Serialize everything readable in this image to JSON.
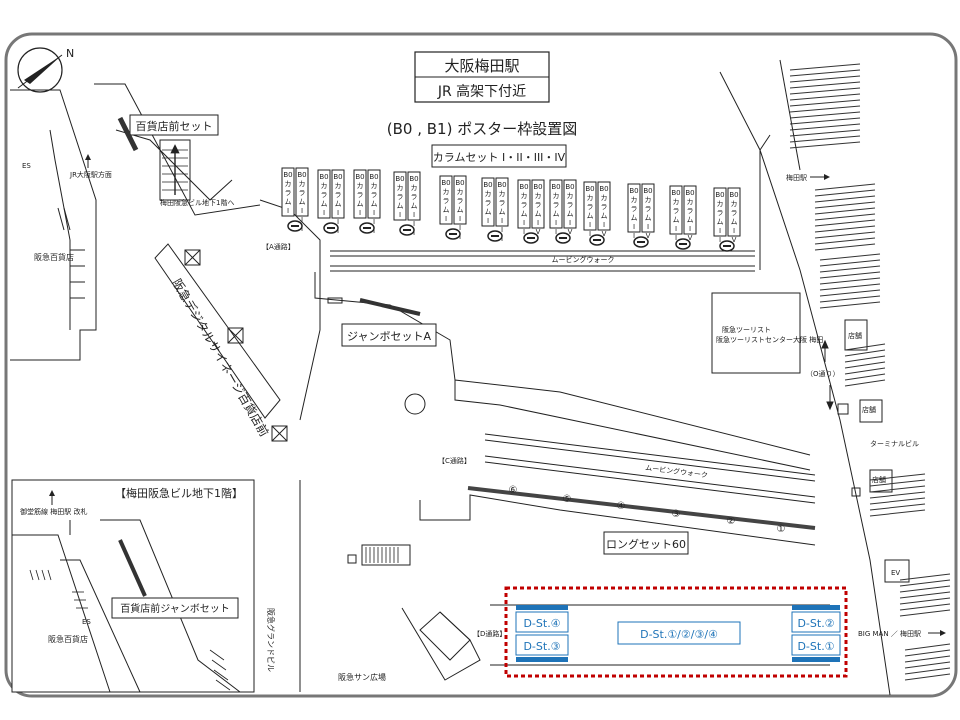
{
  "title": {
    "line1": "大阪梅田駅",
    "line2": "JR 高架下付近",
    "subtitle": "(B0 , B1) ポスター枠設置図"
  },
  "compass": {
    "north": "N"
  },
  "sets": {
    "hyakkaten_mae": "百貨店前セット",
    "column": "カラムセット I・II・III・IV",
    "jumbo_a": "ジャンボセットA",
    "long60": "ロングセット60",
    "hyakkaten_jumbo": "百貨店前ジャンボセット",
    "digital": "阪急デジタルサイネージ百貨店前"
  },
  "columns": [
    {
      "size": "B0",
      "name": "カラムI"
    },
    {
      "size": "B0",
      "name": "カラムIII"
    },
    {
      "size": "B0",
      "name": "カラムI"
    },
    {
      "size": "B0",
      "name": "カラムIII"
    },
    {
      "size": "B0",
      "name": "カラムI"
    },
    {
      "size": "B0",
      "name": "カラムIII"
    },
    {
      "size": "B0",
      "name": "カラムI"
    },
    {
      "size": "B0",
      "name": "カラムIII"
    },
    {
      "size": "B0",
      "name": "カラムI"
    },
    {
      "size": "B0",
      "name": "カラムIII"
    },
    {
      "size": "B0",
      "name": "カラムI"
    },
    {
      "size": "B0",
      "name": "カラムIII"
    },
    {
      "size": "B0",
      "name": "カラムII"
    },
    {
      "size": "B0",
      "name": "カラムIV"
    },
    {
      "size": "B0",
      "name": "カラムII"
    },
    {
      "size": "B0",
      "name": "カラムIV"
    },
    {
      "size": "B0",
      "name": "カラムII"
    },
    {
      "size": "B0",
      "name": "カラムIV"
    },
    {
      "size": "B0",
      "name": "カラムII"
    },
    {
      "size": "B0",
      "name": "カラムIV"
    },
    {
      "size": "B0",
      "name": "カラムII"
    },
    {
      "size": "B0",
      "name": "カラムIV"
    },
    {
      "size": "B0",
      "name": "カラムII"
    },
    {
      "size": "B0",
      "name": "カラムIV"
    }
  ],
  "passages": {
    "a": "【A通路】",
    "c": "【C通路】",
    "d": "【D通路】",
    "moving_walk": "ムービングウォーク",
    "o_street": "（O通り）"
  },
  "places": {
    "es1": "ES",
    "jr_direction": "JR大阪駅方面",
    "hankyu_dept": "阪急百貨店",
    "umeda_bldg_b1": "梅田阪急ビル地下1階へ",
    "tourist_center": "阪急ツーリストセンター大阪 梅田",
    "umeda_station": "梅田駅",
    "shop1": "店舗",
    "shop2": "店舗",
    "shop3": "店舗",
    "terminal_bldg": "ターミナルビル",
    "ev": "EV",
    "bigman": "BIG MAN ／ 梅田駅",
    "grand_bldg": "阪急グランドビル",
    "sun_plaza": "阪急サン広場"
  },
  "inset": {
    "title": "【梅田阪急ビル地下1階】",
    "midosuji": "御堂筋線 梅田駅 改札",
    "es": "ES",
    "hankyu_dept": "阪急百貨店"
  },
  "long_numbers": [
    "⑥",
    "⑤",
    "④",
    "③",
    "②",
    "①"
  ],
  "d_station": {
    "st4": "D-St.④",
    "st3": "D-St.③",
    "st2": "D-St.②",
    "st1": "D-St.①",
    "center": "D-St.①/②/③/④"
  },
  "colors": {
    "accent_blue": "#1e73b8",
    "highlight_red": "#c00000",
    "frame_gray": "#777777"
  }
}
